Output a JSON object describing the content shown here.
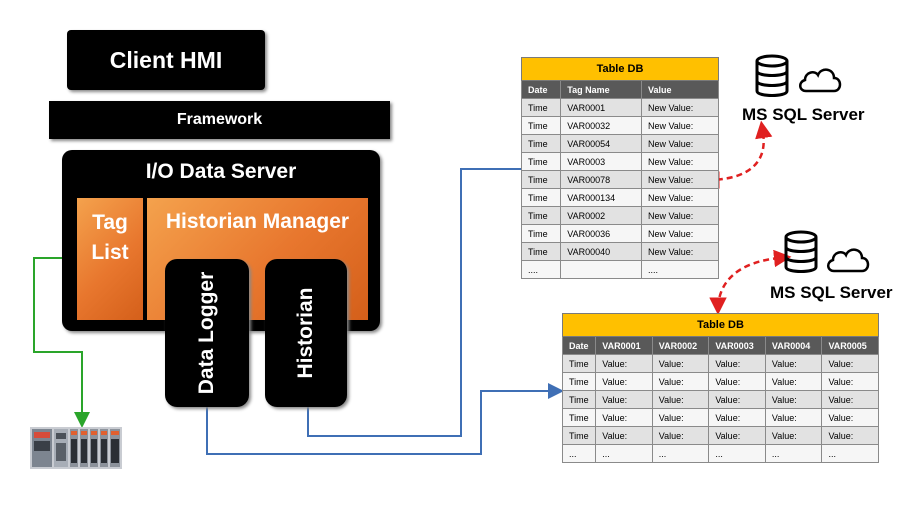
{
  "client_hmi": "Client HMI",
  "framework": "Framework",
  "io_server": {
    "title": "I/O Data Server",
    "tag_list": [
      "Tag",
      "List"
    ],
    "historian_manager": "Historian Manager",
    "data_logger": "Data Logger",
    "historian": "Historian"
  },
  "sql_server_label": "MS SQL Server",
  "table_db_1": {
    "title": "Table DB",
    "columns": [
      "Date",
      "Tag Name",
      "Value"
    ],
    "rows": [
      [
        "Time",
        "VAR0001",
        "New Value:"
      ],
      [
        "Time",
        "VAR00032",
        "New Value:"
      ],
      [
        "Time",
        "VAR00054",
        "New Value:"
      ],
      [
        "Time",
        "VAR0003",
        "New Value:"
      ],
      [
        "Time",
        "VAR00078",
        "New Value:"
      ],
      [
        "Time",
        "VAR000134",
        "New Value:"
      ],
      [
        "Time",
        "VAR0002",
        "New Value:"
      ],
      [
        "Time",
        "VAR00036",
        "New Value:"
      ],
      [
        "Time",
        "VAR00040",
        "New Value:"
      ],
      [
        "....",
        "",
        "...."
      ]
    ]
  },
  "table_db_2": {
    "title": "Table DB",
    "columns": [
      "Date",
      "VAR0001",
      "VAR0002",
      "VAR0003",
      "VAR0004",
      "VAR0005"
    ],
    "rows": [
      [
        "Time",
        "Value:",
        "Value:",
        "Value:",
        "Value:",
        "Value:"
      ],
      [
        "Time",
        "Value:",
        "Value:",
        "Value:",
        "Value:",
        "Value:"
      ],
      [
        "Time",
        "Value:",
        "Value:",
        "Value:",
        "Value:",
        "Value:"
      ],
      [
        "Time",
        "Value:",
        "Value:",
        "Value:",
        "Value:",
        "Value:"
      ],
      [
        "Time",
        "Value:",
        "Value:",
        "Value:",
        "Value:",
        "Value:"
      ],
      [
        "...",
        "...",
        "...",
        "...",
        "...",
        "..."
      ]
    ]
  },
  "colors": {
    "orange": "#e8772e",
    "table_header": "#ffc000",
    "blue_wire": "#3f6fb5",
    "green_wire": "#2aa52a",
    "red_arrow": "#e02020"
  },
  "icons": [
    "database-icon",
    "cloud-icon",
    "plc-device-icon"
  ]
}
